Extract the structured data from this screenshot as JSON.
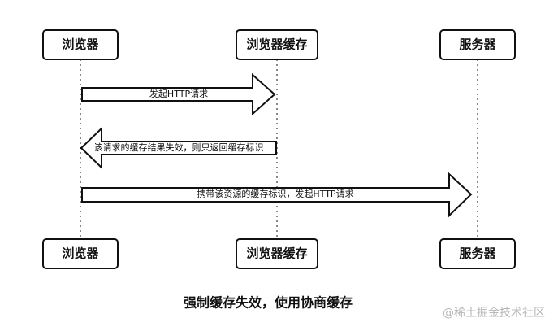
{
  "participants": {
    "browser": "浏览器",
    "cache": "浏览器缓存",
    "server": "服务器"
  },
  "messages": {
    "request_http": "发起HTTP请求",
    "cache_invalid": "该请求的缓存结果失效，则只返回缓存标识",
    "request_with_cache_id": "携带该资源的缓存标识，发起HTTP请求"
  },
  "caption": "强制缓存失效，使用协商缓存",
  "watermark": "@稀土掘金技术社区"
}
